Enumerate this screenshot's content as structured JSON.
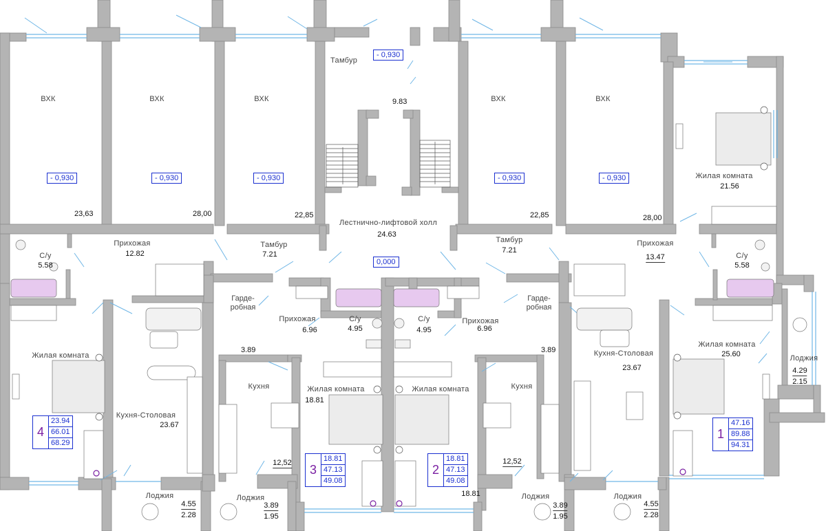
{
  "levels": {
    "vestibule": "- 0,930",
    "storage_1": "- 0,930",
    "storage_2": "- 0,930",
    "storage_3": "- 0,930",
    "storage_4": "- 0,930",
    "storage_5": "- 0,930",
    "hall": "0,000"
  },
  "rooms": {
    "storage_1": {
      "label": "ВХК",
      "area": "23,63"
    },
    "storage_2": {
      "label": "ВХК",
      "area": "28,00"
    },
    "storage_3": {
      "label": "ВХК",
      "area": "22,85"
    },
    "storage_4": {
      "label": "ВХК",
      "area": "22,85"
    },
    "storage_5": {
      "label": "ВХК",
      "area": "28,00"
    },
    "vestibule_top": {
      "label": "Тамбур",
      "area": "9.83"
    },
    "hall": {
      "label": "Лестнично-лифтовой холл",
      "area": "24.63"
    },
    "apt4_hall": {
      "label": "Прихожая",
      "area": "12.82"
    },
    "tambur_left": {
      "label": "Тамбур",
      "area": "7.21"
    },
    "tambur_right": {
      "label": "Тамбур",
      "area": "7.21"
    },
    "apt1_hall": {
      "label": "Прихожая",
      "area": "13.47"
    },
    "apt4_wc": {
      "label": "С/у",
      "area": "5.58"
    },
    "apt1_wc": {
      "label": "С/у",
      "area": "5.58"
    },
    "apt1_living_top": {
      "label": "Жилая комната",
      "area": "21.56"
    },
    "apt3_wardrobe": {
      "label_1": "Гарде-",
      "label_2": "робная",
      "area": "3.89"
    },
    "apt2_wardrobe": {
      "label_1": "Гарде-",
      "label_2": "робная",
      "area": "3.89"
    },
    "apt3_hall": {
      "label": "Прихожая",
      "area": "6.96"
    },
    "apt2_hall": {
      "label": "Прихожая",
      "area": "6.96"
    },
    "apt3_wc": {
      "label": "С/у",
      "area": "4.95"
    },
    "apt2_wc": {
      "label": "С/у",
      "area": "4.95"
    },
    "apt4_living": {
      "label": "Жилая комната"
    },
    "apt4_kitchen": {
      "label": "Кухня-Столовая",
      "area": "23.67"
    },
    "apt3_kitchen": {
      "label": "Кухня",
      "area": "12,52"
    },
    "apt3_living": {
      "label": "Жилая комната",
      "area": "18.81"
    },
    "apt2_living": {
      "label": "Жилая комната",
      "area": "18.81"
    },
    "apt2_kitchen": {
      "label": "Кухня",
      "area": "12,52"
    },
    "apt1_kitchen": {
      "label": "Кухня-Столовая",
      "area": "23.67"
    },
    "apt1_living": {
      "label": "Жилая комната",
      "area": "25.60"
    },
    "loggia_right": {
      "label": "Лоджия",
      "area_1": "4.29",
      "area_2": "2.15"
    },
    "loggia_b1": {
      "label": "Лоджия",
      "area_1": "4.55",
      "area_2": "2.28"
    },
    "loggia_b2": {
      "label": "Лоджия",
      "area_1": "3.89",
      "area_2": "1.95"
    },
    "loggia_b3": {
      "label": "Лоджия",
      "area_1": "3.89",
      "area_2": "1.95"
    },
    "loggia_b4": {
      "label": "Лоджия",
      "area_1": "4.55",
      "area_2": "2.28"
    }
  },
  "apartments": [
    {
      "number": "4",
      "living": "23.94",
      "total": "66.01",
      "with_loggia": "68.29"
    },
    {
      "number": "3",
      "living": "18.81",
      "total": "47.13",
      "with_loggia": "49.08"
    },
    {
      "number": "2",
      "living": "18.81",
      "total": "47.13",
      "with_loggia": "49.08"
    },
    {
      "number": "1",
      "living": "47.16",
      "total": "89.88",
      "with_loggia": "94.31"
    }
  ],
  "colors": {
    "wall": "#b4b4b4",
    "wall_stroke": "#8a8a8a",
    "level_text": "#1a2fd0",
    "apt_number": "#7a1fa2",
    "window": "#6fb6e6",
    "bath": "#e7c9ef"
  }
}
